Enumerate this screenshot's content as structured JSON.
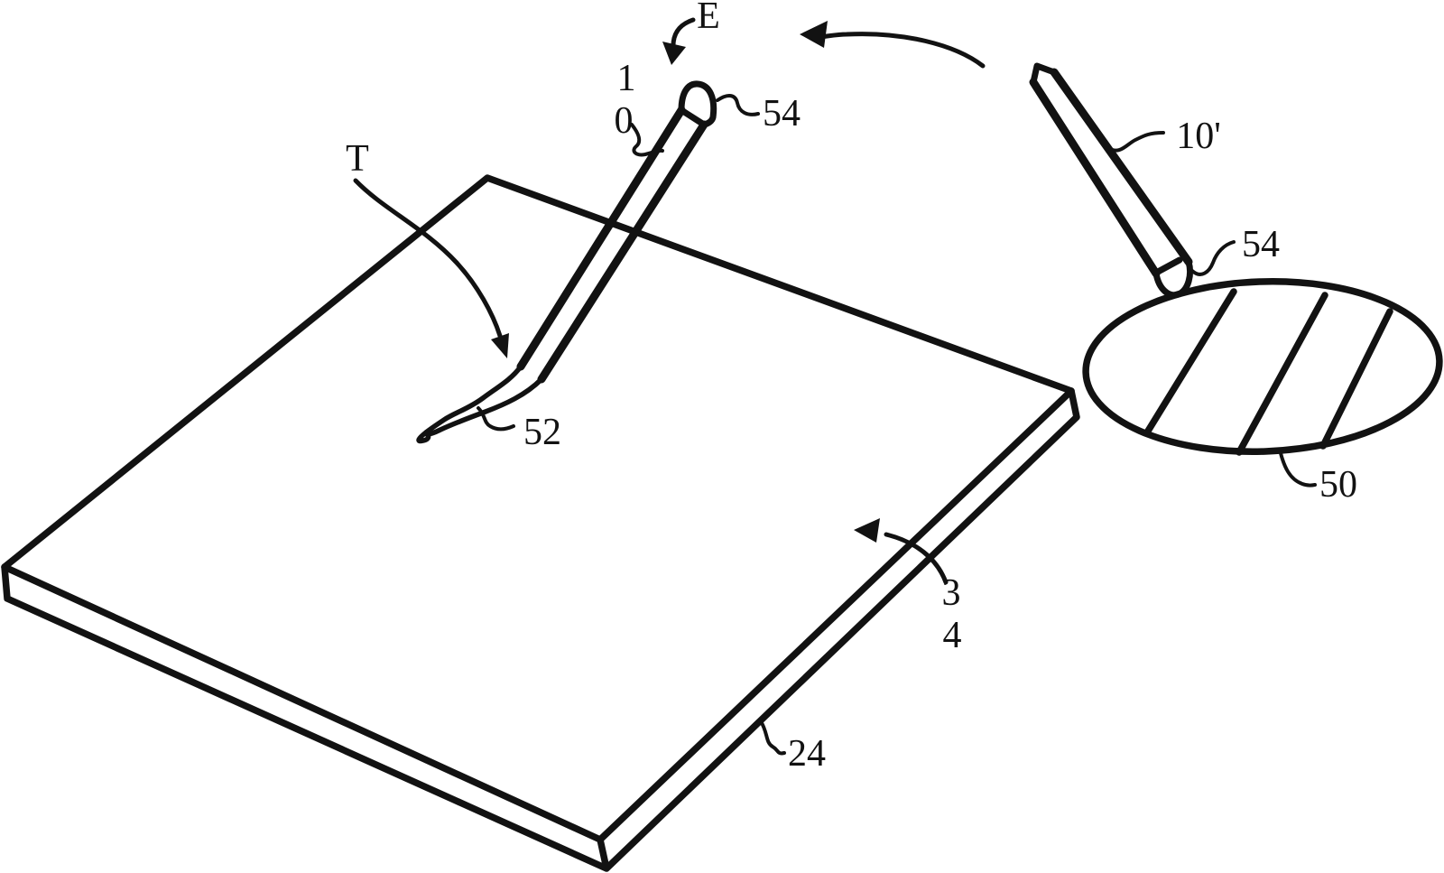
{
  "figure": {
    "description": "Patent line drawing of a stylus with flexible tip hovering over a tablet, with a second stylus and magnified tip view",
    "colors": {
      "ink": "#121212",
      "paper": "#ffffff"
    },
    "labels": {
      "view_arrow": "E",
      "stylus_ref_digit_top": "1",
      "stylus_ref_digit_bottom": "0",
      "stylus_end_cap": "54",
      "tip_pointer": "T",
      "flexible_tip": "52",
      "second_stylus_ref": "10'",
      "second_stylus_end_cap": "54",
      "magnified_tip": "50",
      "device_ref_digit_top": "3",
      "device_ref_digit_bottom": "4",
      "device_edge": "24"
    }
  }
}
